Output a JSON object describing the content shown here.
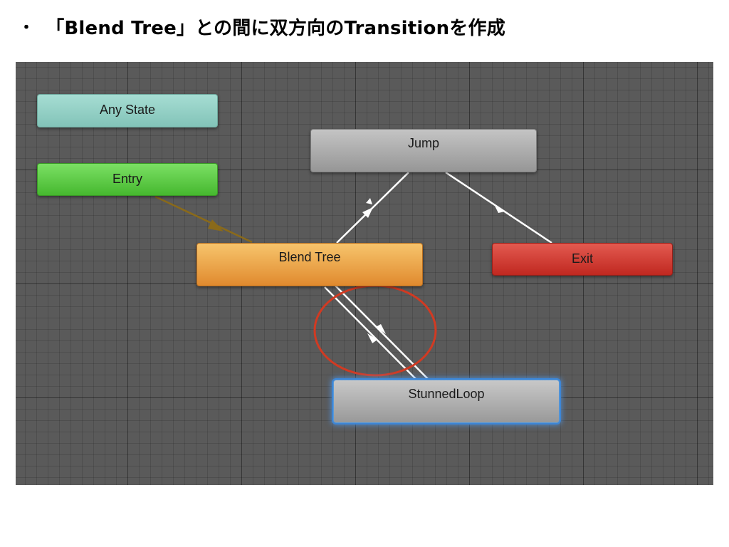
{
  "slide": {
    "bullet": "・",
    "heading": "「Blend Tree」との間に双方向のTransitionを作成"
  },
  "animator": {
    "nodes": {
      "any_state": "Any State",
      "entry": "Entry",
      "jump": "Jump",
      "blend_tree": "Blend Tree",
      "exit": "Exit",
      "stunned_loop": "StunnedLoop"
    },
    "colors": {
      "canvas_bg": "#5a5a5a",
      "any_state": "#93d1c6",
      "entry": "#5ccb46",
      "default_state": "#e8a040",
      "state": "#b0b0b0",
      "exit": "#d13a30",
      "selected_outline": "#3d86d6",
      "default_transition": "#8a6a1a",
      "transition": "#ffffff",
      "highlight_circle": "#d23a22"
    }
  }
}
